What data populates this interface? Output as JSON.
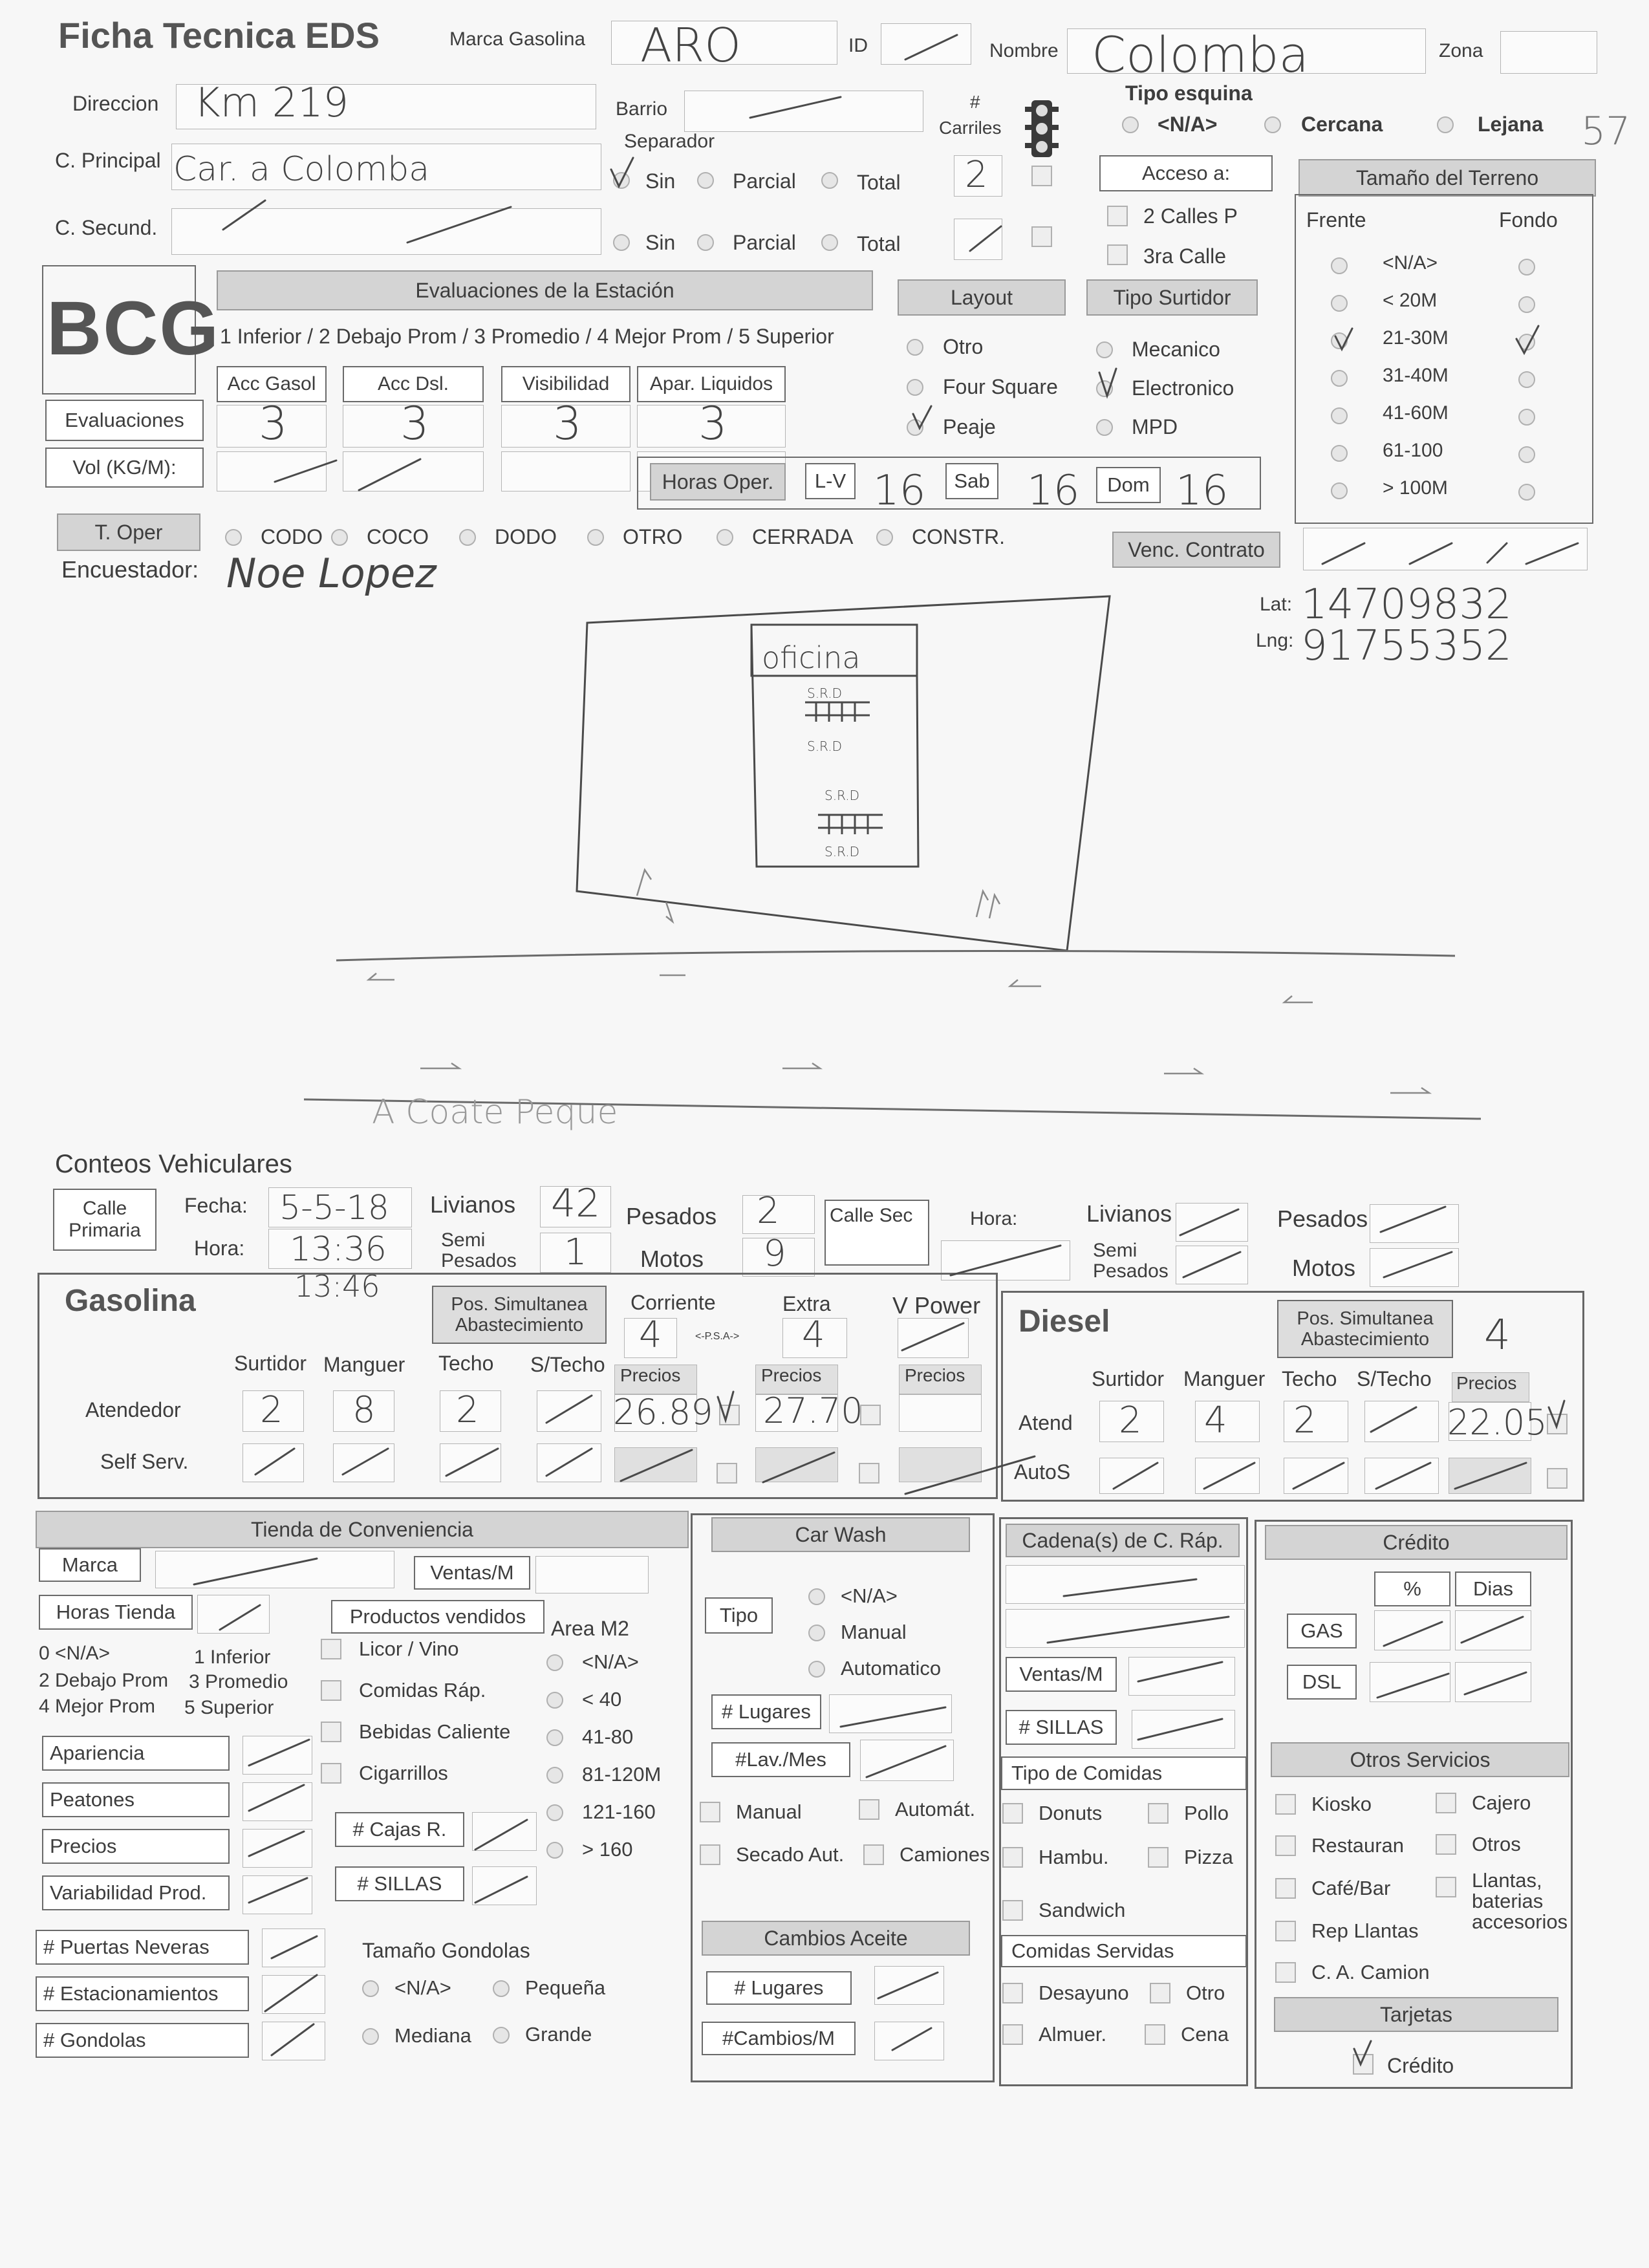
{
  "form": {
    "title": "Ficha Tecnica EDS",
    "marca_label": "Marca Gasolina",
    "marca_value": "ARO",
    "id_label": "ID",
    "nombre_label": "Nombre",
    "nombre_value": "Colomba",
    "zona_label": "Zona",
    "margin_note": "57"
  },
  "address": {
    "direccion_label": "Direccion",
    "direccion_value": "Km 219",
    "barrio_label": "Barrio",
    "c_principal_label": "C. Principal",
    "c_principal_value": "Car. a Colomba",
    "c_secund_label": "C. Secund.",
    "separador_label": "Separador",
    "sin": "Sin",
    "parcial": "Parcial",
    "total": "Total",
    "carriles_label": "# Carriles",
    "carriles_value": "2"
  },
  "tipo_esquina": {
    "label": "Tipo esquina",
    "na": "<N/A>",
    "cercana": "Cercana",
    "lejana": "Lejana"
  },
  "acceso": {
    "label": "Acceso a:",
    "opt1": "2 Calles P",
    "opt2": "3ra Calle"
  },
  "terreno": {
    "label": "Tamaño del Terreno",
    "frente": "Frente",
    "fondo": "Fondo",
    "options": [
      "<N/A>",
      "< 20M",
      "21-30M",
      "31-40M",
      "41-60M",
      "61-100",
      "> 100M"
    ]
  },
  "logo": "BCG",
  "evaluaciones": {
    "header": "Evaluaciones de la Estación",
    "scale": "1 Inferior / 2 Debajo Prom / 3 Promedio / 4 Mejor Prom / 5 Superior",
    "label": "Evaluaciones",
    "vol_label": "Vol (KG/M):",
    "cols": [
      {
        "label": "Acc Gasol",
        "value": "3"
      },
      {
        "label": "Acc Dsl.",
        "value": "3"
      },
      {
        "label": "Visibilidad",
        "value": "3"
      },
      {
        "label": "Apar. Liquidos",
        "value": "3"
      }
    ]
  },
  "layout": {
    "label": "Layout",
    "options": [
      "Otro",
      "Four Square",
      "Peaje"
    ]
  },
  "tipo_surtidor": {
    "label": "Tipo Surtidor",
    "options": [
      "Mecanico",
      "Electronico",
      "MPD"
    ]
  },
  "horas": {
    "label": "Horas Oper.",
    "lv_label": "L-V",
    "lv_value": "16",
    "sab_label": "Sab",
    "sab_value": "16",
    "dom_label": "Dom",
    "dom_value": "16"
  },
  "t_oper": {
    "label": "T. Oper",
    "options": [
      "CODO",
      "COCO",
      "DODO",
      "OTRO",
      "CERRADA",
      "CONSTR."
    ],
    "venc_label": "Venc. Contrato"
  },
  "encuestador": {
    "label": "Encuestador:",
    "value": "Noe Lopez"
  },
  "coords": {
    "lat_label": "Lat:",
    "lat_value": "14709832",
    "lng_label": "Lng:",
    "lng_value": "91755352"
  },
  "sketch": {
    "oficina": "oficina",
    "pump": "S.R.D",
    "road_label": "A Coate Peque"
  },
  "conteos": {
    "title": "Conteos Vehiculares",
    "calle_primaria": "Calle Primaria",
    "fecha_label": "Fecha:",
    "fecha_value": "5-5-18",
    "hora_label": "Hora:",
    "hora_value": "13:36",
    "hora_value2": "13:46",
    "livianos_label": "Livianos",
    "livianos_value": "42",
    "semi_label": "Semi Pesados",
    "semi_value": "1",
    "pesados_label": "Pesados",
    "pesados_value": "2",
    "motos_label": "Motos",
    "motos_value": "9",
    "calle_sec": "Calle Sec",
    "hora2_label": "Hora:"
  },
  "gasolina": {
    "title": "Gasolina",
    "pos_label": "Pos. Simultanea Abastecimiento",
    "corriente_label": "Corriente",
    "corriente_value": "4",
    "psa": "<-P.S.A->",
    "extra_label": "Extra",
    "extra_value": "4",
    "vpower_label": "V Power",
    "surtidor": "Surtidor",
    "manguer": "Manguer",
    "techo": "Techo",
    "stecho": "S/Techo",
    "precios": "Precios",
    "atendedor": "Atendedor",
    "self": "Self Serv.",
    "at_surtidor": "2",
    "at_manguer": "8",
    "at_techo": "2",
    "precio_corriente": "26.89",
    "precio_extra": "27.70"
  },
  "diesel": {
    "title": "Diesel",
    "pos_label": "Pos. Simultanea Abastecimiento",
    "pos_value": "4",
    "surtidor": "Surtidor",
    "manguer": "Manguer",
    "techo": "Techo",
    "stecho": "S/Techo",
    "precios": "Precios",
    "atend": "Atend",
    "autos": "AutoS",
    "at_surtidor": "2",
    "at_manguer": "4",
    "at_techo": "2",
    "precio": "22.05"
  },
  "tienda": {
    "header": "Tienda de Conveniencia",
    "marca": "Marca",
    "ventas": "Ventas/M",
    "horas": "Horas Tienda",
    "scale": [
      "0 <N/A>",
      "1 Inferior",
      "2 Debajo Prom",
      "3 Promedio",
      "4 Mejor Prom",
      "5 Superior"
    ],
    "rows": [
      "Apariencia",
      "Peatones",
      "Precios",
      "Variabilidad Prod."
    ],
    "productos": "Productos vendidos",
    "prod_items": [
      "Licor / Vino",
      "Comidas Ráp.",
      "Bebidas Caliente",
      "Cigarrillos"
    ],
    "area": "Area M2",
    "area_items": [
      "<N/A>",
      "< 40",
      "41-80",
      "81-120M",
      "121-160",
      "> 160"
    ],
    "cajas": "# Cajas R.",
    "sillas": "# SILLAS",
    "bottom_rows": [
      "# Puertas Neveras",
      "# Estacionamientos",
      "# Gondolas"
    ],
    "gondolas": "Tamaño Gondolas",
    "gond_items": [
      "<N/A>",
      "Pequeña",
      "Mediana",
      "Grande"
    ]
  },
  "carwash": {
    "header": "Car Wash",
    "tipo": "Tipo",
    "tipo_items": [
      "<N/A>",
      "Manual",
      "Automatico"
    ],
    "lugares": "# Lugares",
    "lav": "#Lav./Mes",
    "checks": [
      "Manual",
      "Automát.",
      "Secado Aut.",
      "Camiones"
    ],
    "cambios_header": "Cambios Aceite",
    "c_lugares": "# Lugares",
    "c_cambios": "#Cambios/M"
  },
  "cadena": {
    "header": "Cadena(s) de C. Ráp.",
    "ventas": "Ventas/M",
    "sillas": "# SILLAS",
    "tipo_header": "Tipo de Comidas",
    "tipo_items": [
      "Donuts",
      "Pollo",
      "Hambu.",
      "Pizza",
      "Sandwich"
    ],
    "servidas_header": "Comidas Servidas",
    "servidas_items": [
      "Desayuno",
      "Otro",
      "Almuer.",
      "Cena"
    ]
  },
  "credito": {
    "header": "Crédito",
    "pct": "%",
    "dias": "Dias",
    "gas": "GAS",
    "dsl": "DSL",
    "otros_header": "Otros Servicios",
    "otros_items": [
      "Kiosko",
      "Cajero",
      "Restauran",
      "Otros",
      "Café/Bar",
      "Llantas, baterias accesorios",
      "Rep Llantas",
      "C. A. Camion"
    ],
    "tarjetas_header": "Tarjetas",
    "tarjetas_item": "Crédito"
  },
  "accent_colors": {
    "ink": "#3a3a3a",
    "header_fill": "#d4d4d4",
    "paper": "#f7f7f7"
  }
}
